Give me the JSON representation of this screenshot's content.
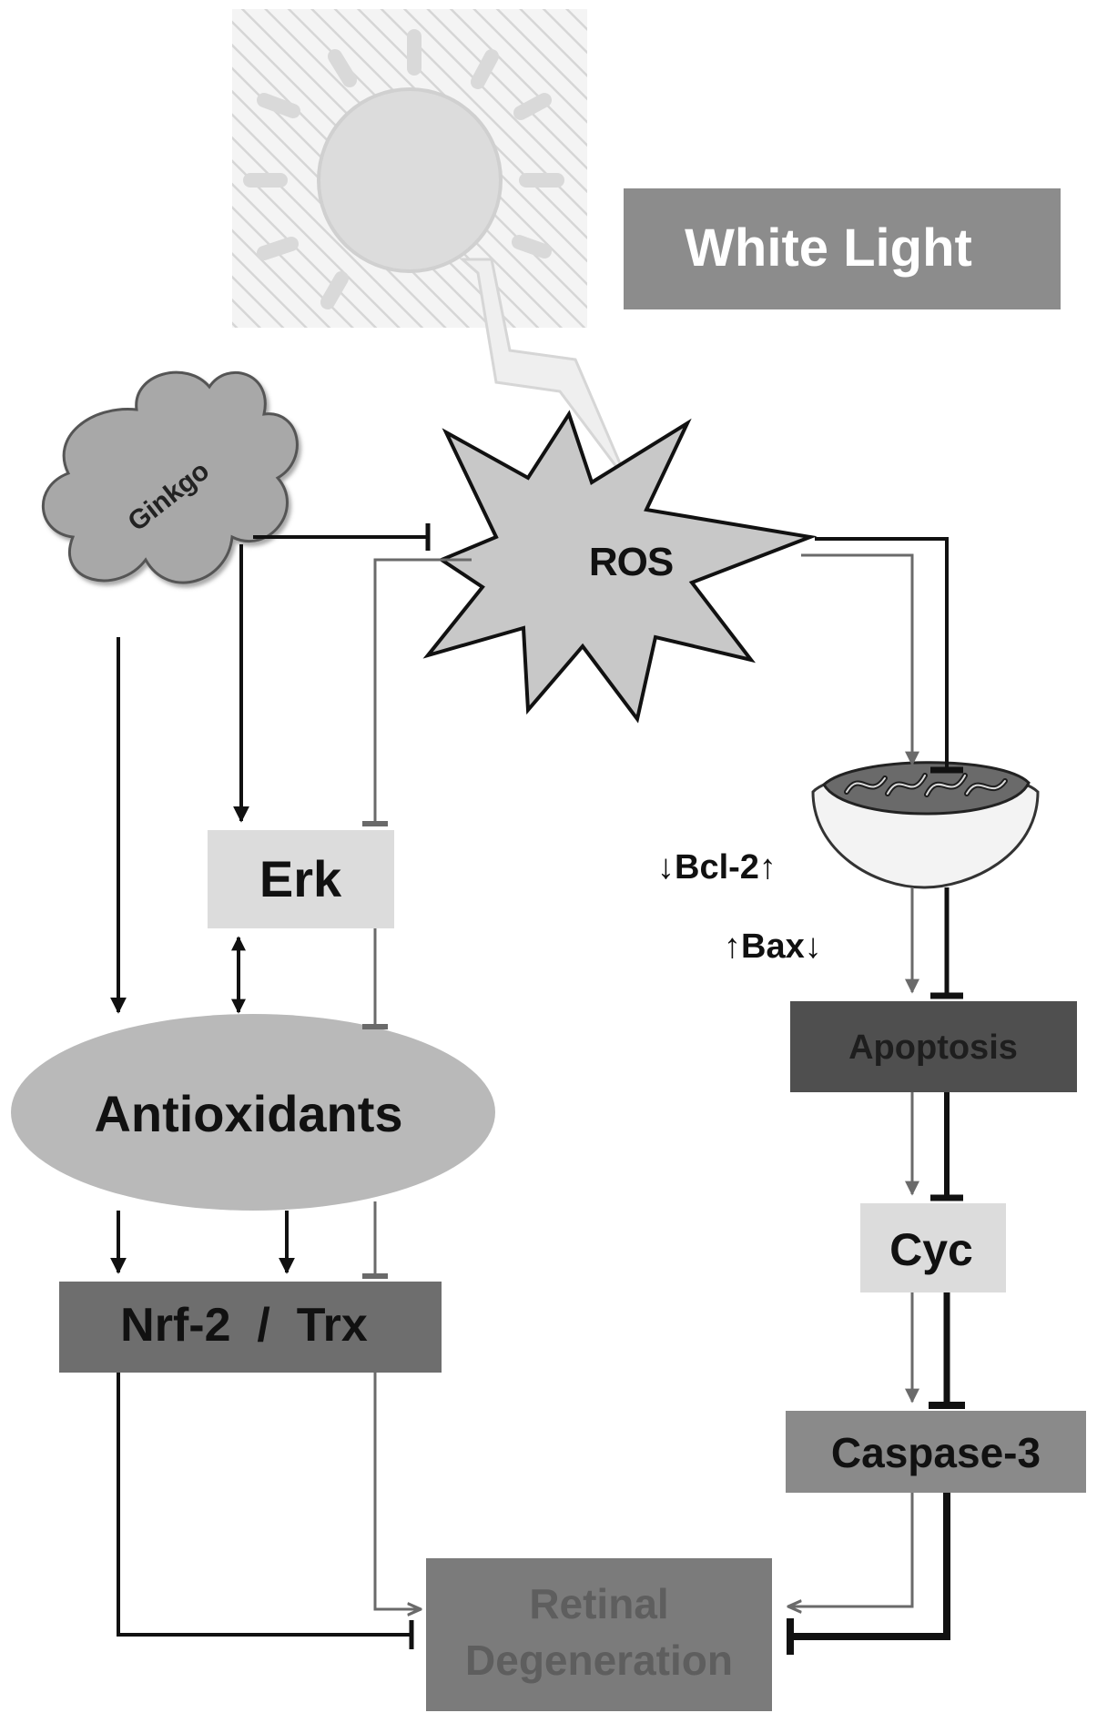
{
  "nodes": {
    "white_light": "White Light",
    "ginkgo": "Ginkgo",
    "ros": "ROS",
    "erk": "Erk",
    "antioxidants": "Antioxidants",
    "nrf2_trx": "Nrf-2  /  Trx",
    "apoptosis": "Apoptosis",
    "cyc": "Cyc",
    "caspase3": "Caspase-3",
    "retinal_line1": "Retinal",
    "retinal_line2": "Degeneration"
  },
  "labels": {
    "bcl2": "↓Bcl-2↑",
    "bax": "↑Bax↓"
  },
  "colors": {
    "white_light_box": "#8c8c8c",
    "erk_box": "#dcdcdc",
    "antioxidants_ellipse": "#b9b9b9",
    "nrf2_box": "#6e6e6e",
    "apoptosis_box": "#4f4f4f",
    "cyc_box": "#dcdcdc",
    "caspase_box": "#8a8a8a",
    "retinal_box": "#7b7b7b",
    "retinal_text": "#5e5e5e",
    "black_line": "#111111",
    "gray_line": "#6a6a6a"
  },
  "icons": {
    "sun": "sun-icon",
    "cloud": "cloud-icon",
    "starburst": "starburst-icon",
    "mitochondrion": "mitochondrion-icon"
  }
}
